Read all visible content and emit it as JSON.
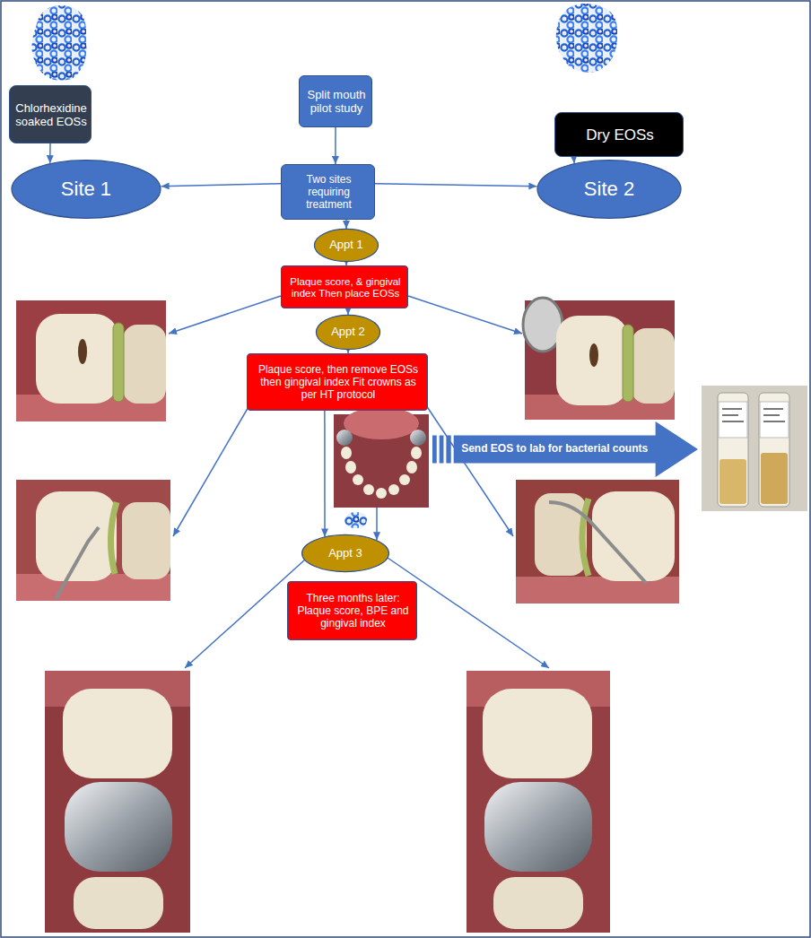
{
  "diagram": {
    "nodes": [
      {
        "text": [
          "Chlorhexidine soaked EOSs"
        ]
      },
      {
        "text": [
          "Split mouth pilot study"
        ]
      },
      {
        "text": [
          "Dry EOSs"
        ]
      },
      {
        "text": [
          "Site 1"
        ]
      },
      {
        "text": [
          "Two sites requiring treatment"
        ]
      },
      {
        "text": [
          "Site 2"
        ]
      },
      {
        "text": [
          "Appt 1"
        ]
      },
      {
        "text": [
          "Plaque score, & gingival index Then place EOSs"
        ]
      },
      {
        "text": [
          "Appt 2"
        ]
      },
      {
        "text": [
          "Plaque score, then remove EOSs then gingival index Fit crowns as per HT protocol"
        ]
      },
      {
        "text": [
          "Send EOS to lab for bacterial counts"
        ]
      },
      {
        "text": [
          "Appt 3"
        ]
      },
      {
        "text": [
          "Three months later: Plaque score, BPE and gingival index"
        ]
      }
    ],
    "edges": [
      {
        "from": 0,
        "to": 3,
        "arrow": "to"
      },
      {
        "from": 2,
        "to": 5,
        "arrow": "to"
      },
      {
        "from": 1,
        "to": 4,
        "arrow": "to"
      },
      {
        "from": 4,
        "to": 3,
        "arrow": "to"
      },
      {
        "from": 4,
        "to": 5,
        "arrow": "to"
      },
      {
        "from": 4,
        "to": 6,
        "arrow": "to"
      },
      {
        "from": 6,
        "to": 7,
        "arrow": "to"
      },
      {
        "from": 7,
        "to": 8,
        "arrow": "to"
      },
      {
        "from": 8,
        "to": 9,
        "arrow": "to"
      },
      {
        "from": 9,
        "to": 11,
        "arrow": "to"
      },
      {
        "from": 9,
        "to": 11,
        "arrow": "to"
      }
    ]
  }
}
